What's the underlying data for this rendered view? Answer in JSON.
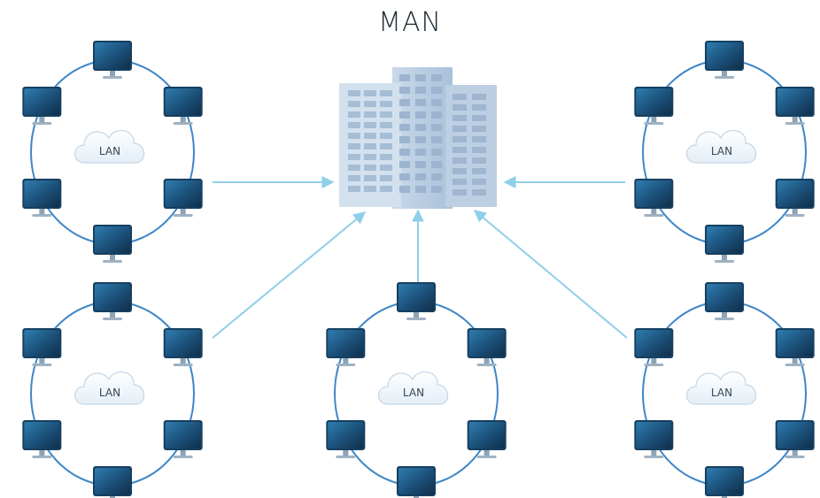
{
  "title": "MAN",
  "center_node": {
    "icon": "office-building-icon"
  },
  "lan_label": "LAN",
  "lans": [
    {
      "id": "top-left",
      "label": "LAN",
      "computers": 6,
      "links_to": "building"
    },
    {
      "id": "top-right",
      "label": "LAN",
      "computers": 6,
      "links_to": "building"
    },
    {
      "id": "bottom-left",
      "label": "LAN",
      "computers": 6,
      "links_to": "building"
    },
    {
      "id": "bottom-center",
      "label": "LAN",
      "computers": 6,
      "links_to": "building"
    },
    {
      "id": "bottom-right",
      "label": "LAN",
      "computers": 6,
      "links_to": "building"
    }
  ],
  "icons": {
    "computer": "monitor-icon",
    "cloud": "cloud-icon",
    "building": "office-building-icon"
  },
  "colors": {
    "ring": "#3f86c8",
    "arrow": "#8fcfea",
    "monitor_screen": "#1f5a86",
    "building": "#b9cee3",
    "title": "#1e2a33"
  }
}
